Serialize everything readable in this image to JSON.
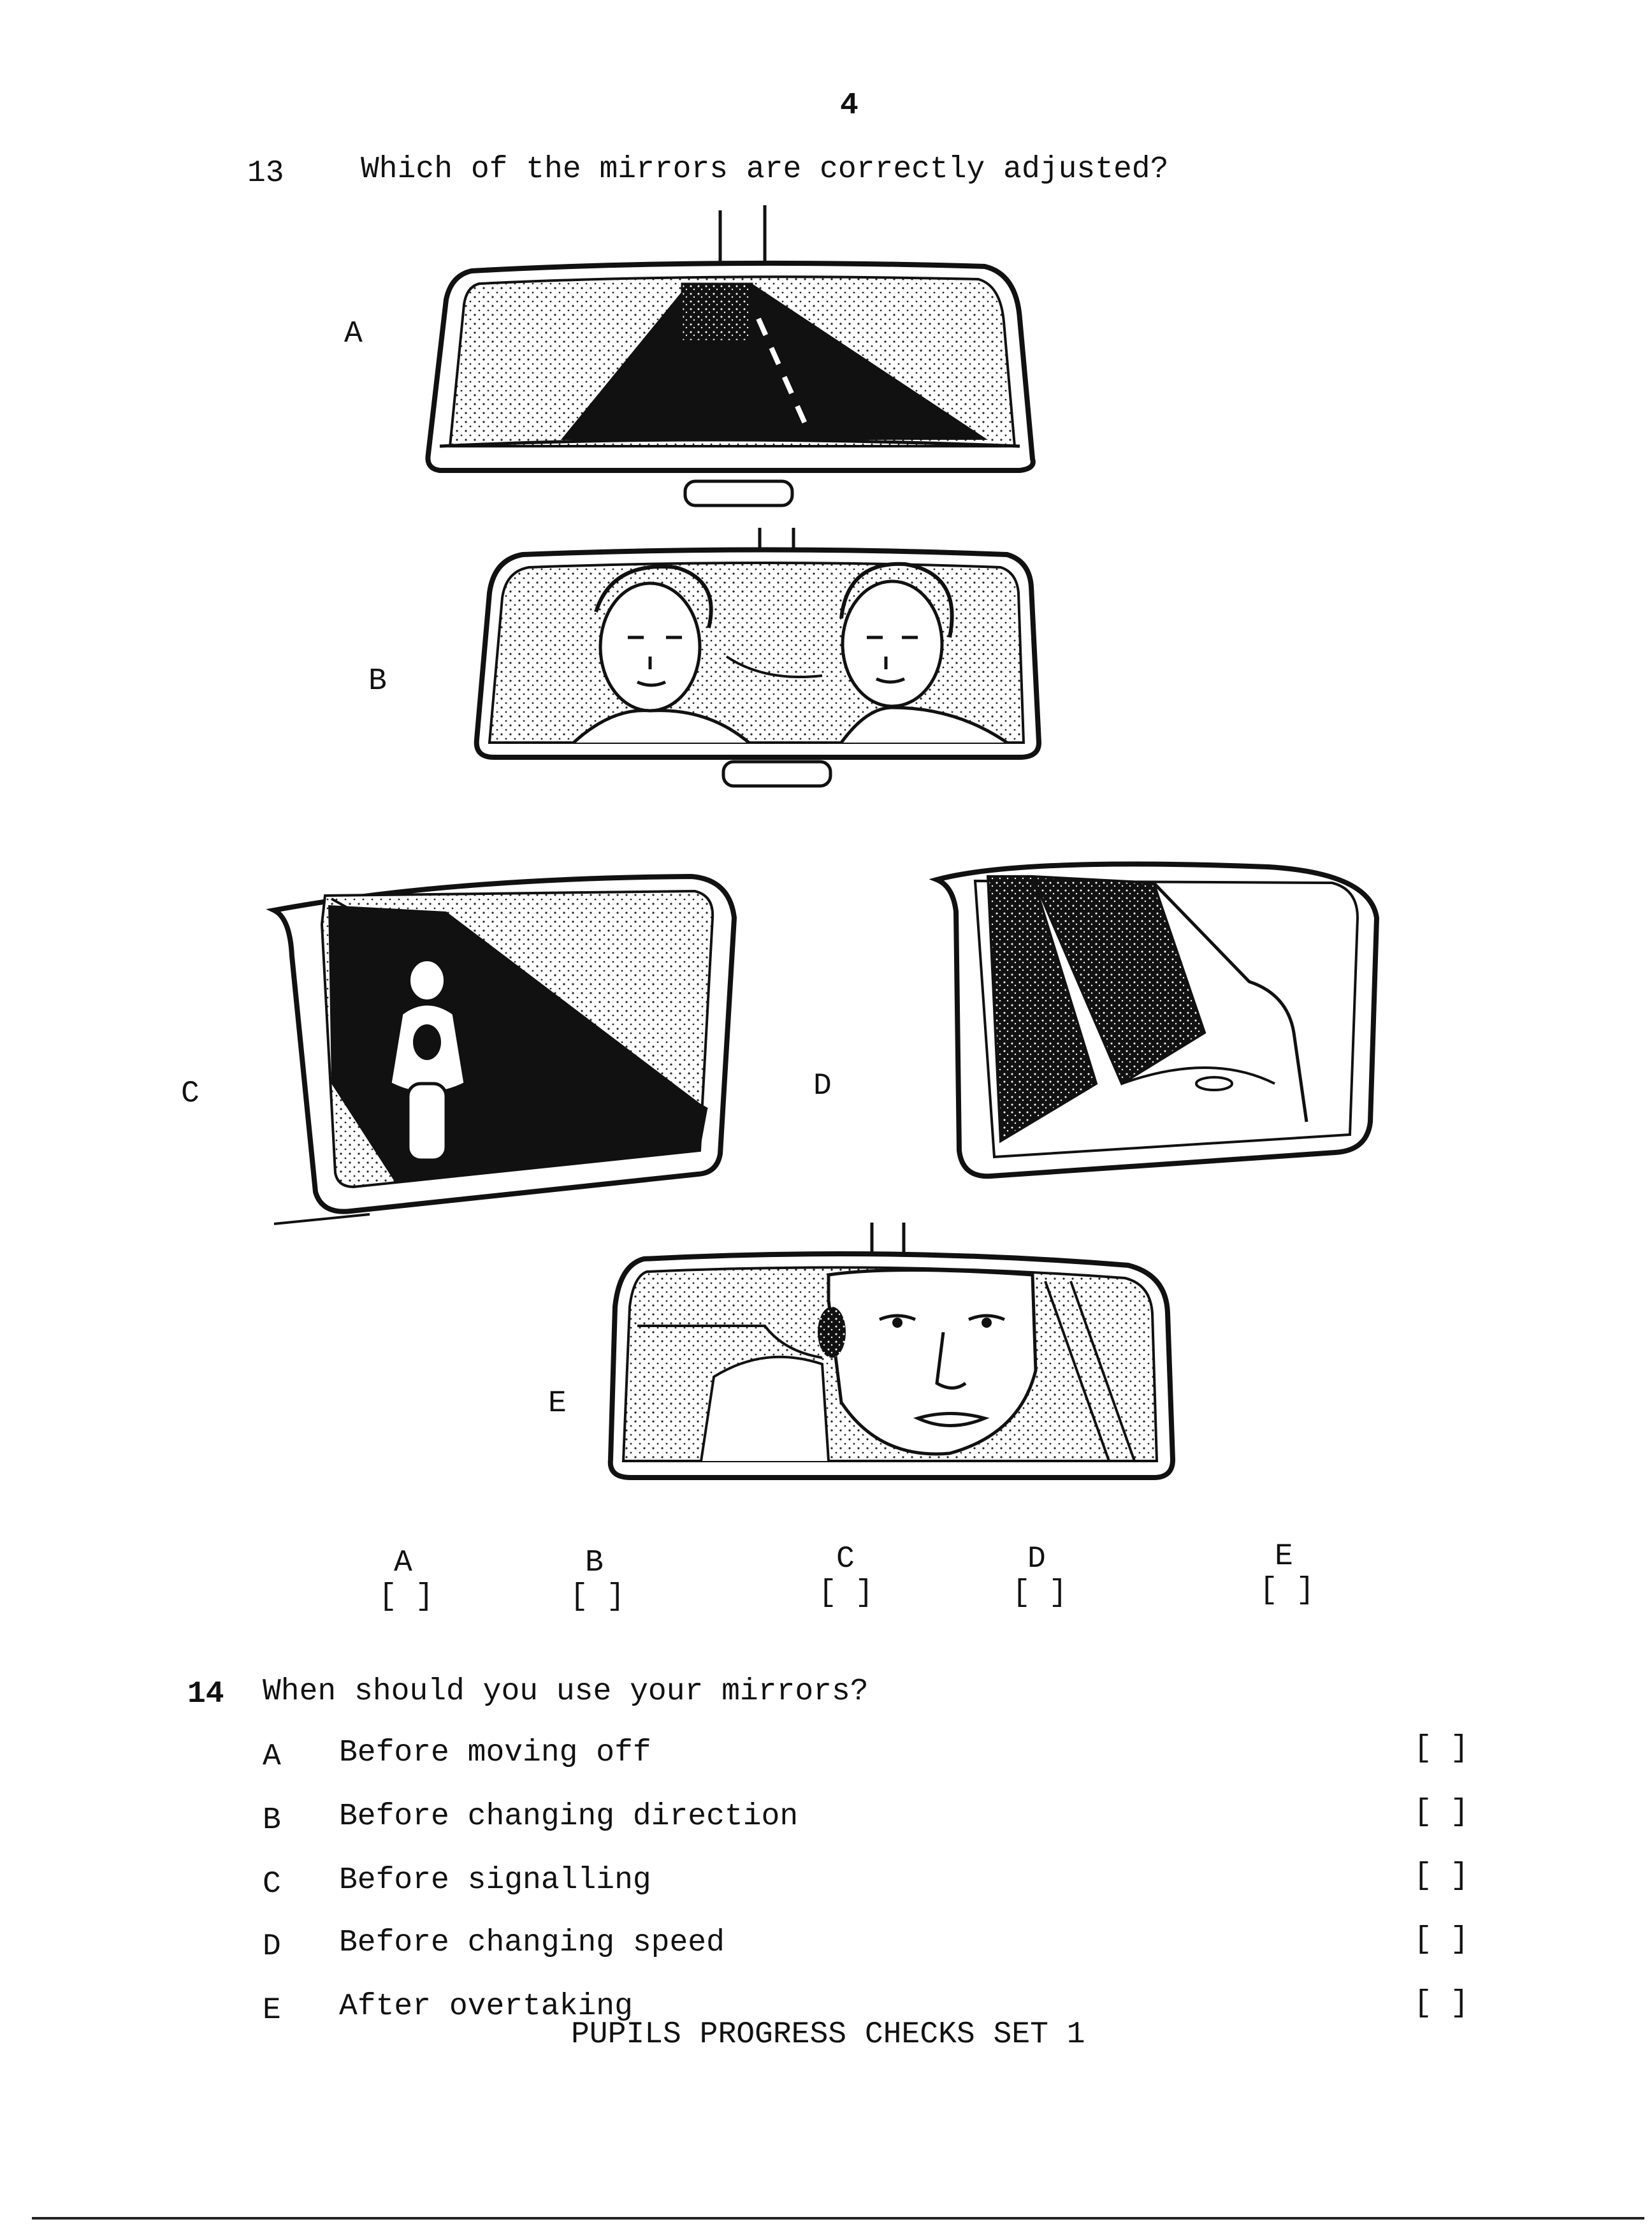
{
  "page": {
    "number": "4",
    "footer": "PUPILS PROGRESS CHECKS SET 1"
  },
  "q13": {
    "number": "13",
    "question": "Which of the mirrors are correctly adjusted?",
    "figure_labels": [
      "A",
      "B",
      "C",
      "D",
      "E"
    ],
    "answers": [
      {
        "letter": "A",
        "box": "[ ]"
      },
      {
        "letter": "B",
        "box": "[ ]"
      },
      {
        "letter": "C",
        "box": "[ ]"
      },
      {
        "letter": "D",
        "box": "[ ]"
      },
      {
        "letter": "E",
        "box": "[ ]"
      }
    ]
  },
  "q14": {
    "number": "14",
    "question": "When should you use your mirrors?",
    "options": [
      {
        "letter": "A",
        "text": "Before moving off",
        "box": "[ ]"
      },
      {
        "letter": "B",
        "text": "Before changing direction",
        "box": "[ ]"
      },
      {
        "letter": "C",
        "text": "Before signalling",
        "box": "[ ]"
      },
      {
        "letter": "D",
        "text": "Before changing speed",
        "box": "[ ]"
      },
      {
        "letter": "E",
        "text": "After overtaking",
        "box": "[ ]"
      }
    ]
  }
}
